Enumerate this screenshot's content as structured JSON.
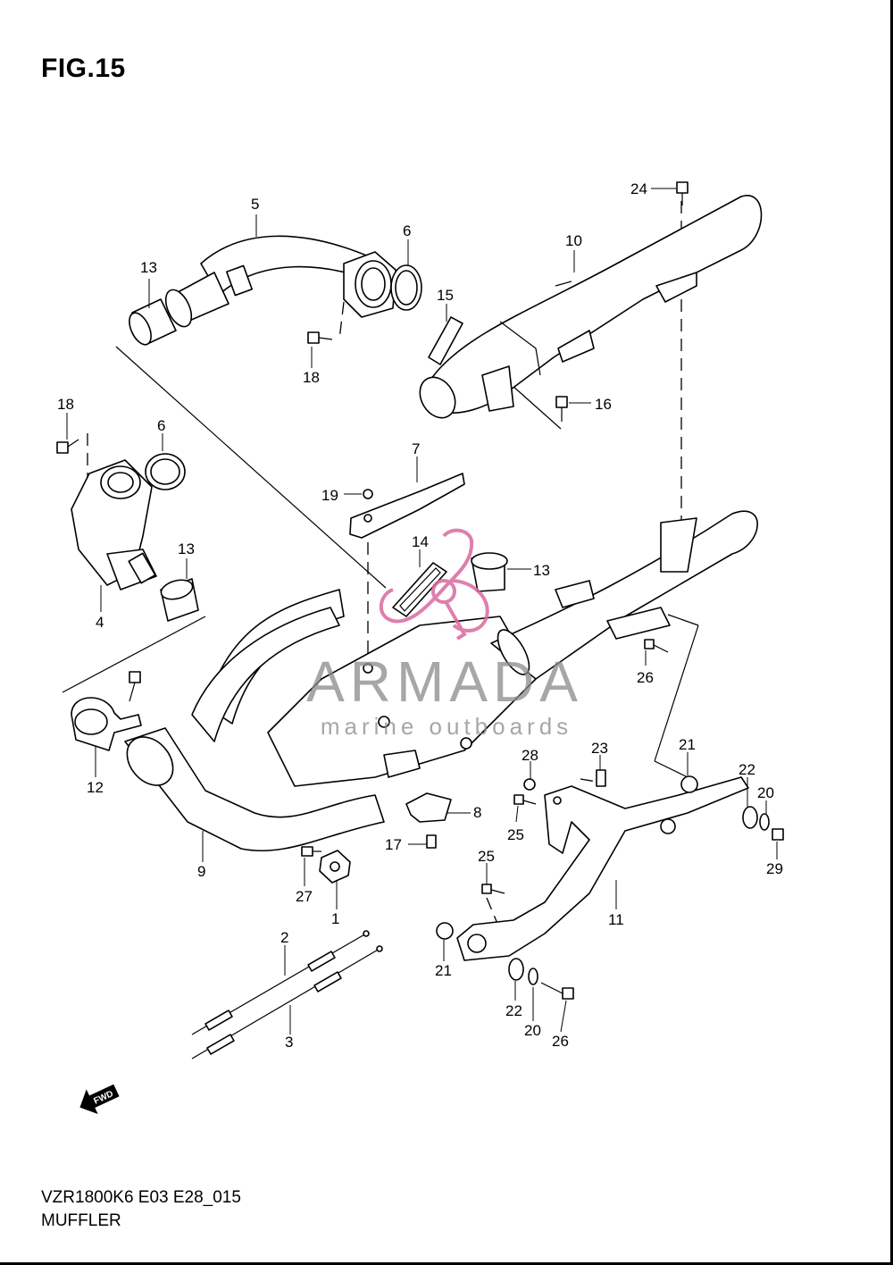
{
  "figure": {
    "title": "FIG.15",
    "model_code": "VZR1800K6 E03 E28_015",
    "section_name": "MUFFLER",
    "direction_marker": "FWD"
  },
  "watermark": {
    "brand": "ARMADA",
    "tagline": "marine outboards",
    "accent_color": "#d9699f",
    "text_color": "#8a8a8a"
  },
  "callouts": [
    {
      "id": "c1",
      "number": "1"
    },
    {
      "id": "c2",
      "number": "2"
    },
    {
      "id": "c3",
      "number": "3"
    },
    {
      "id": "c4",
      "number": "4"
    },
    {
      "id": "c5",
      "number": "5"
    },
    {
      "id": "c6a",
      "number": "6"
    },
    {
      "id": "c6b",
      "number": "6"
    },
    {
      "id": "c7",
      "number": "7"
    },
    {
      "id": "c8",
      "number": "8"
    },
    {
      "id": "c9",
      "number": "9"
    },
    {
      "id": "c10",
      "number": "10"
    },
    {
      "id": "c11",
      "number": "11"
    },
    {
      "id": "c12",
      "number": "12"
    },
    {
      "id": "c13a",
      "number": "13"
    },
    {
      "id": "c13b",
      "number": "13"
    },
    {
      "id": "c13c",
      "number": "13"
    },
    {
      "id": "c14",
      "number": "14"
    },
    {
      "id": "c15",
      "number": "15"
    },
    {
      "id": "c16",
      "number": "16"
    },
    {
      "id": "c17",
      "number": "17"
    },
    {
      "id": "c18a",
      "number": "18"
    },
    {
      "id": "c18b",
      "number": "18"
    },
    {
      "id": "c19",
      "number": "19"
    },
    {
      "id": "c20a",
      "number": "20"
    },
    {
      "id": "c20b",
      "number": "20"
    },
    {
      "id": "c21a",
      "number": "21"
    },
    {
      "id": "c21b",
      "number": "21"
    },
    {
      "id": "c22a",
      "number": "22"
    },
    {
      "id": "c22b",
      "number": "22"
    },
    {
      "id": "c23",
      "number": "23"
    },
    {
      "id": "c24",
      "number": "24"
    },
    {
      "id": "c25a",
      "number": "25"
    },
    {
      "id": "c25b",
      "number": "25"
    },
    {
      "id": "c26a",
      "number": "26"
    },
    {
      "id": "c26b",
      "number": "26"
    },
    {
      "id": "c27",
      "number": "27"
    },
    {
      "id": "c28",
      "number": "28"
    },
    {
      "id": "c29",
      "number": "29"
    }
  ]
}
